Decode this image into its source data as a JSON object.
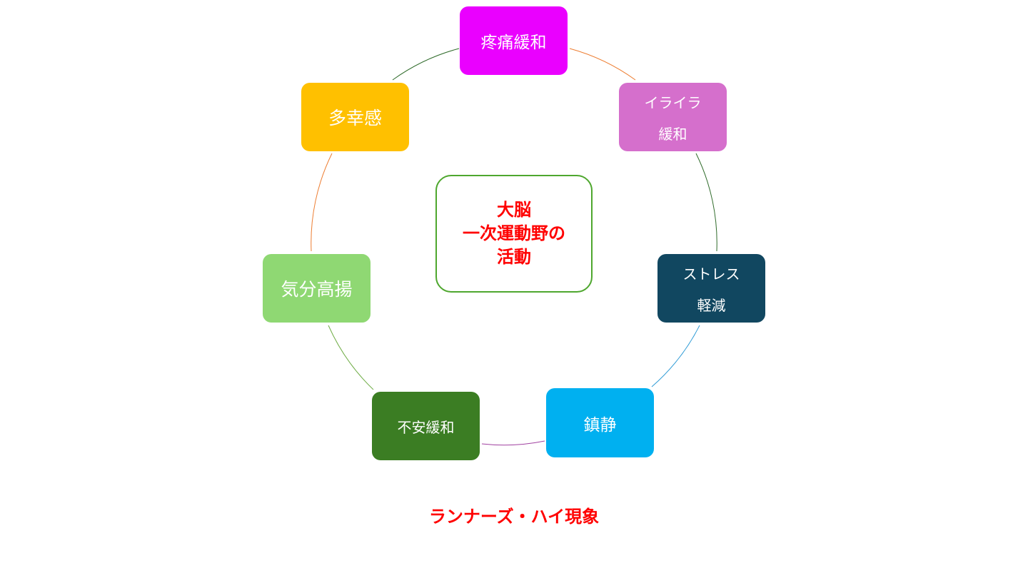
{
  "center": {
    "line1": "大脳",
    "line2": "一次運動野の",
    "line3": "活動"
  },
  "nodes": {
    "pain": {
      "label": "疼痛緩和",
      "color": "#ea00ff"
    },
    "irritation": {
      "line1": "イライラ",
      "line2": "緩和",
      "color": "#d56fcc"
    },
    "stress": {
      "line1": "ストレス",
      "line2": "軽減",
      "color": "#114760"
    },
    "sedation": {
      "label": "鎮静",
      "color": "#00b0f0"
    },
    "anxiety": {
      "label": "不安緩和",
      "color": "#3b7d23"
    },
    "mood": {
      "label": "気分高揚",
      "color": "#8fd873"
    },
    "euphoria": {
      "label": "多幸感",
      "color": "#ffc000"
    }
  },
  "title": "ランナーズ・ハイ現象"
}
